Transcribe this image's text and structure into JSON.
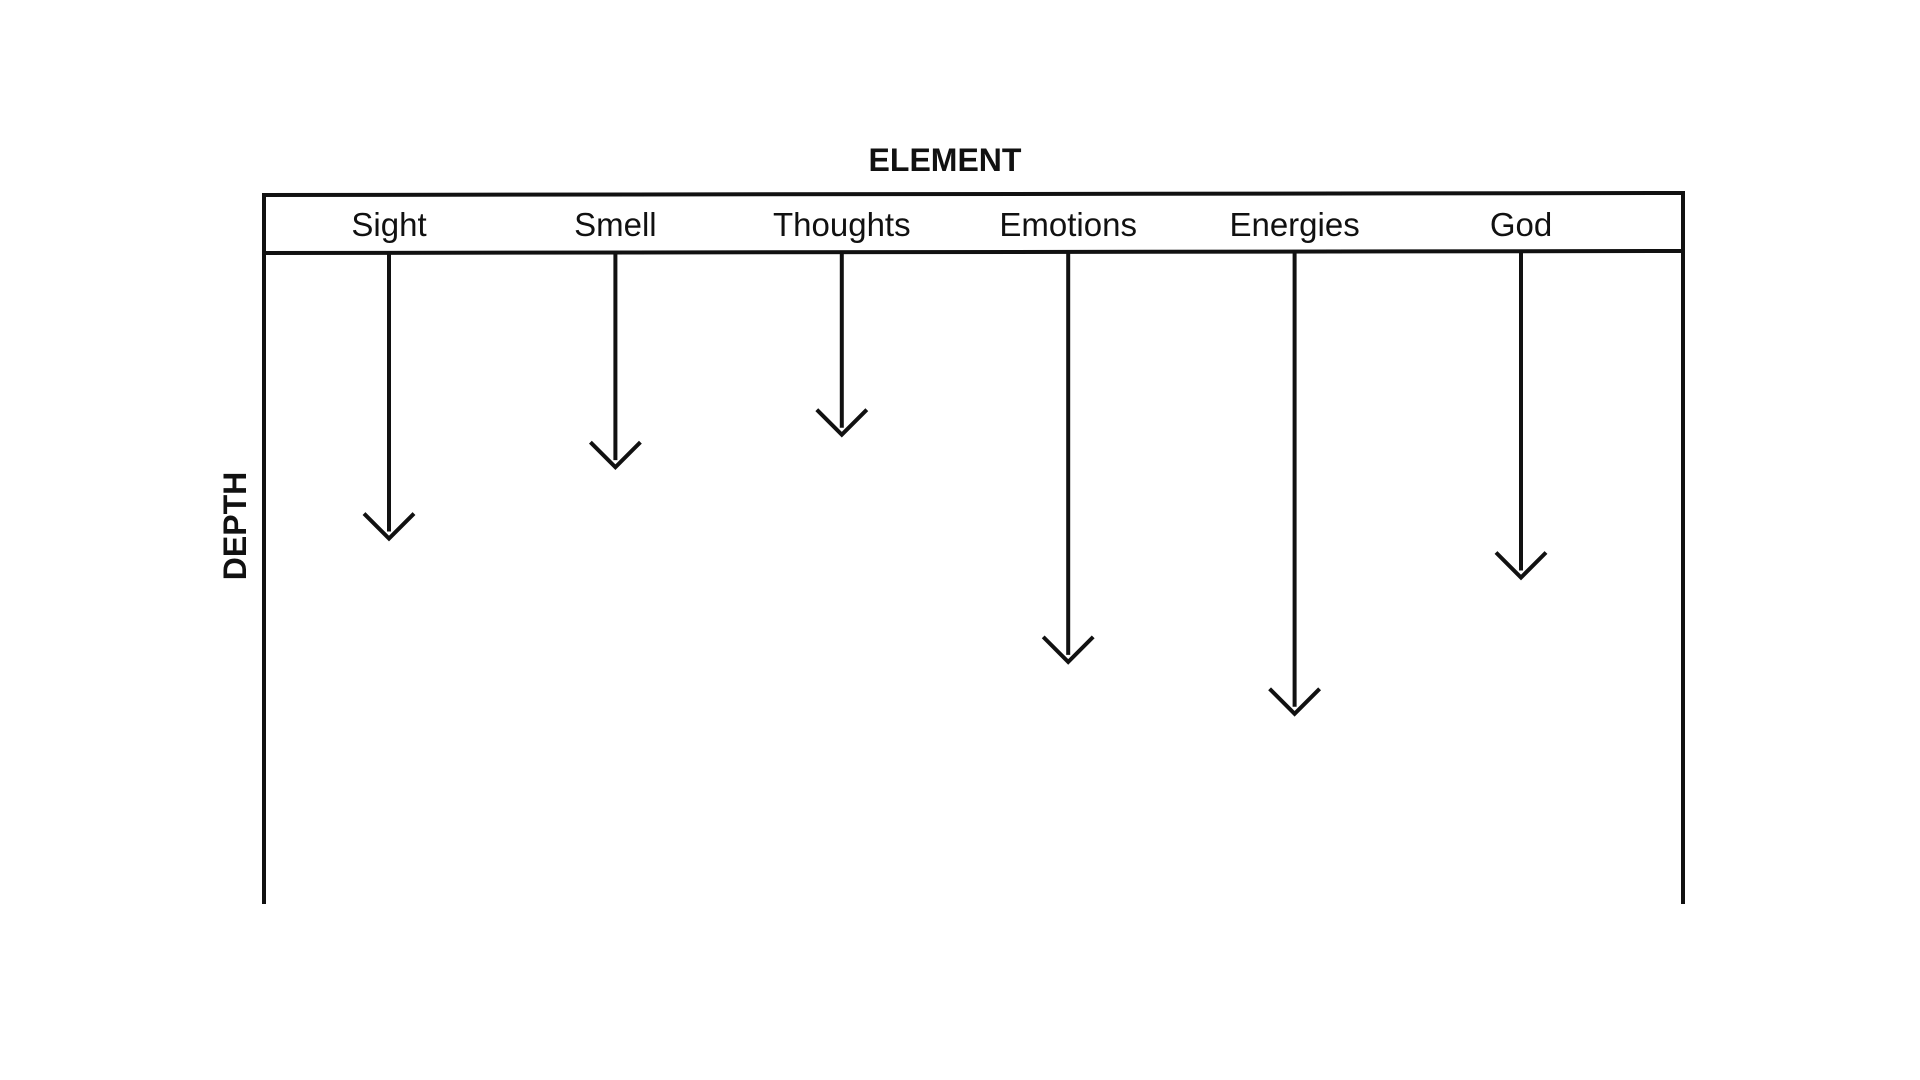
{
  "diagram": {
    "top_label": "ELEMENT",
    "side_label": "DEPTH",
    "columns": [
      {
        "label": "Sight",
        "depth": 0.44
      },
      {
        "label": "Smell",
        "depth": 0.33
      },
      {
        "label": "Thoughts",
        "depth": 0.28
      },
      {
        "label": "Emotions",
        "depth": 0.63
      },
      {
        "label": "Energies",
        "depth": 0.71
      },
      {
        "label": "God",
        "depth": 0.5
      }
    ]
  }
}
